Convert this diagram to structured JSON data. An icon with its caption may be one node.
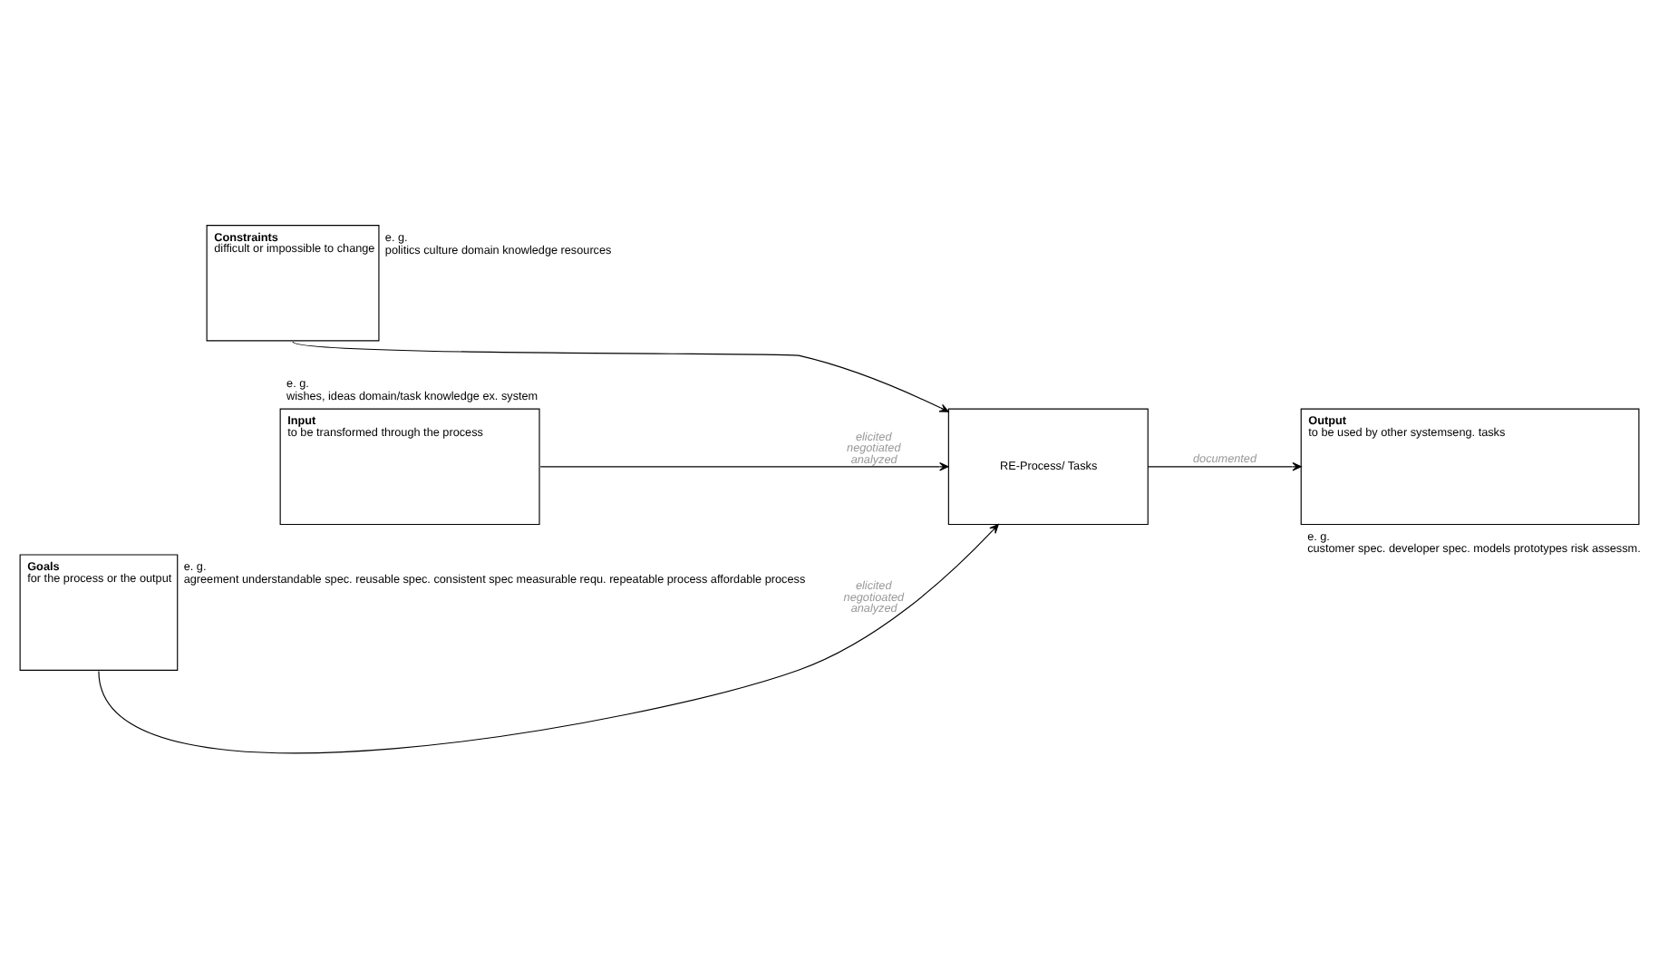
{
  "diagram": {
    "nodes": [
      {
        "text": [
          "Constraints",
          "difficult or impossible to change"
        ],
        "beside": [
          "e. g.",
          "politics culture domain knowledge resources"
        ]
      },
      {
        "text": [
          "Input",
          "to be transformed through the process"
        ],
        "beside": [
          "e. g.",
          "wishes, ideas domain/task knowledge ex. system"
        ]
      },
      {
        "text": [
          "RE-Process/ Tasks"
        ]
      },
      {
        "text": [
          "Output",
          "to be used by other systemseng. tasks"
        ],
        "beside": [
          "e. g.",
          "customer spec. developer spec. models prototypes risk assessm."
        ]
      },
      {
        "text": [
          "Goals",
          "for the process or the output"
        ],
        "beside": [
          "e. g.",
          "agreement understandable spec. reusable spec. consistent spec measurable requ. repeatable process affordable process"
        ]
      }
    ],
    "edges": [
      {
        "from": 0,
        "to": 2,
        "arrow": "to"
      },
      {
        "from": 1,
        "to": 2,
        "arrow": "to",
        "label": "elicited negotiated analyzed"
      },
      {
        "from": 4,
        "to": 2,
        "arrow": "to",
        "label": "elicited negotioated analyzed"
      },
      {
        "from": 2,
        "to": 3,
        "arrow": "to",
        "label": "documented"
      }
    ]
  }
}
